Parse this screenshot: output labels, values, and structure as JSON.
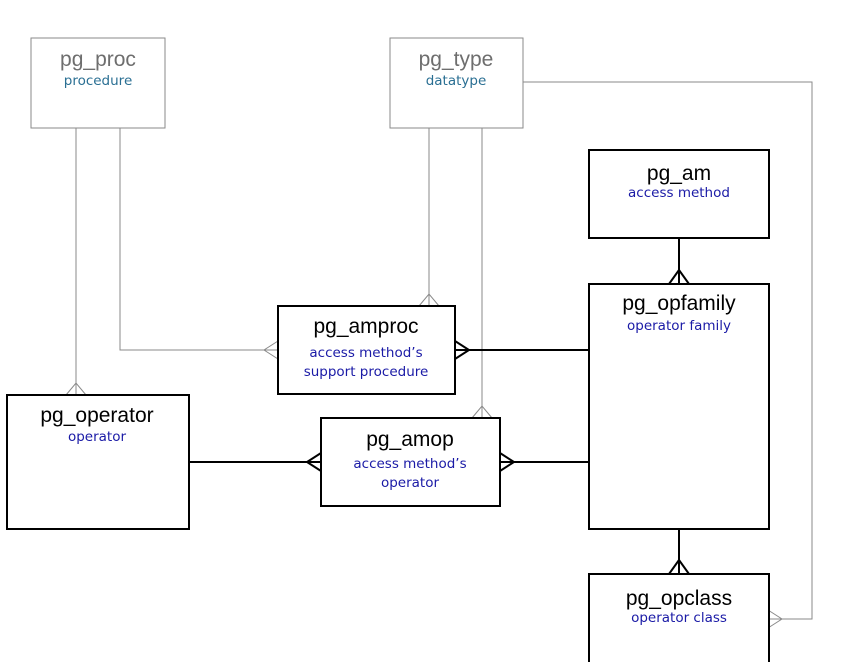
{
  "entities": {
    "pg_proc": {
      "title": "pg_proc",
      "subtitle": [
        "procedure"
      ]
    },
    "pg_type": {
      "title": "pg_type",
      "subtitle": [
        "datatype"
      ]
    },
    "pg_am": {
      "title": "pg_am",
      "subtitle": [
        "access method"
      ]
    },
    "pg_opfamily": {
      "title": "pg_opfamily",
      "subtitle": [
        "operator family"
      ]
    },
    "pg_amproc": {
      "title": "pg_amproc",
      "subtitle": [
        "access method’s",
        "support procedure"
      ]
    },
    "pg_operator": {
      "title": "pg_operator",
      "subtitle": [
        "operator"
      ]
    },
    "pg_amop": {
      "title": "pg_amop",
      "subtitle": [
        "access method’s",
        "operator"
      ]
    },
    "pg_opclass": {
      "title": "pg_opclass",
      "subtitle": [
        "operator class"
      ]
    }
  },
  "colors": {
    "strong_border": "#000000",
    "faint_border": "#8a8a8a",
    "subtitle_strong": "#1a1aa6",
    "subtitle_faint": "#2a6f93"
  }
}
